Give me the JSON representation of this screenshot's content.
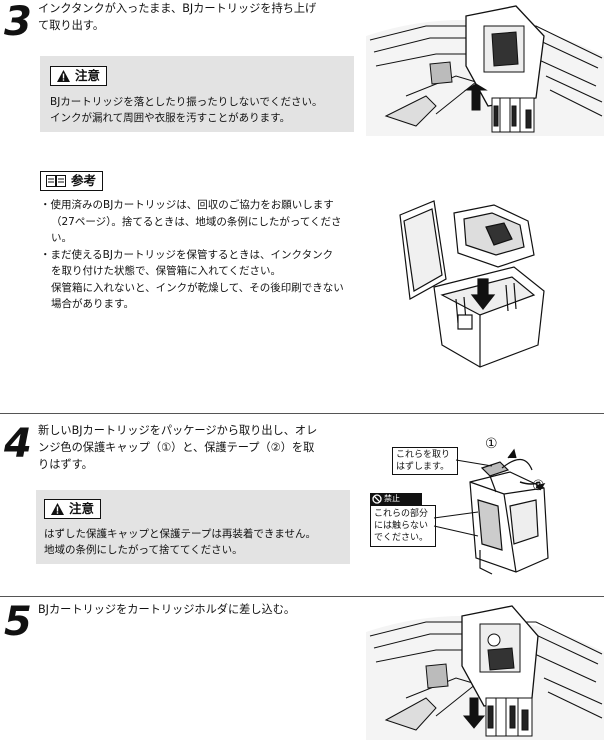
{
  "step3": {
    "number": "3",
    "text_line1": "インクタンクが入ったまま、BJカートリッジを持ち上げ",
    "text_line2": "て取り出す。",
    "caution": {
      "label": "注意",
      "line1": "BJカートリッジを落としたり振ったりしないでください。",
      "line2": "インクが漏れて周囲や衣服を汚すことがあります。"
    }
  },
  "note": {
    "label": "参考",
    "b1_line1": "・使用済みのBJカートリッジは、回収のご協力をお願いします",
    "b1_line2": "（27ページ）。捨てるときは、地域の条例にしたがってくださ",
    "b1_line3": "い。",
    "b2_line1": "・まだ使えるBJカートリッジを保管するときは、インクタンク",
    "b2_line2": "を取り付けた状態で、保管箱に入れてください。",
    "b2_line3": "保管箱に入れないと、インクが乾燥して、その後印刷できない",
    "b2_line4": "場合があります。"
  },
  "step4": {
    "number": "4",
    "text_line1": "新しいBJカートリッジをパッケージから取り出し、オレ",
    "text_line2": "ンジ色の保護キャップ（①）と、保護テープ（②）を取",
    "text_line3": "りはずす。",
    "caution": {
      "label": "注意",
      "line1": "はずした保護キャップと保護テープは再装着できません。",
      "line2": "地域の条例にしたがって捨ててください。"
    },
    "figure": {
      "callout1_line1": "これらを取り",
      "callout1_line2": "はずします。",
      "marker1": "①",
      "marker2": "②",
      "prohibited_label": "禁止",
      "callout2_line1": "これらの部分",
      "callout2_line2": "には触らない",
      "callout2_line3": "でください。"
    }
  },
  "step5": {
    "number": "5",
    "text_line1": "BJカートリッジをカートリッジホルダに差し込む。"
  }
}
